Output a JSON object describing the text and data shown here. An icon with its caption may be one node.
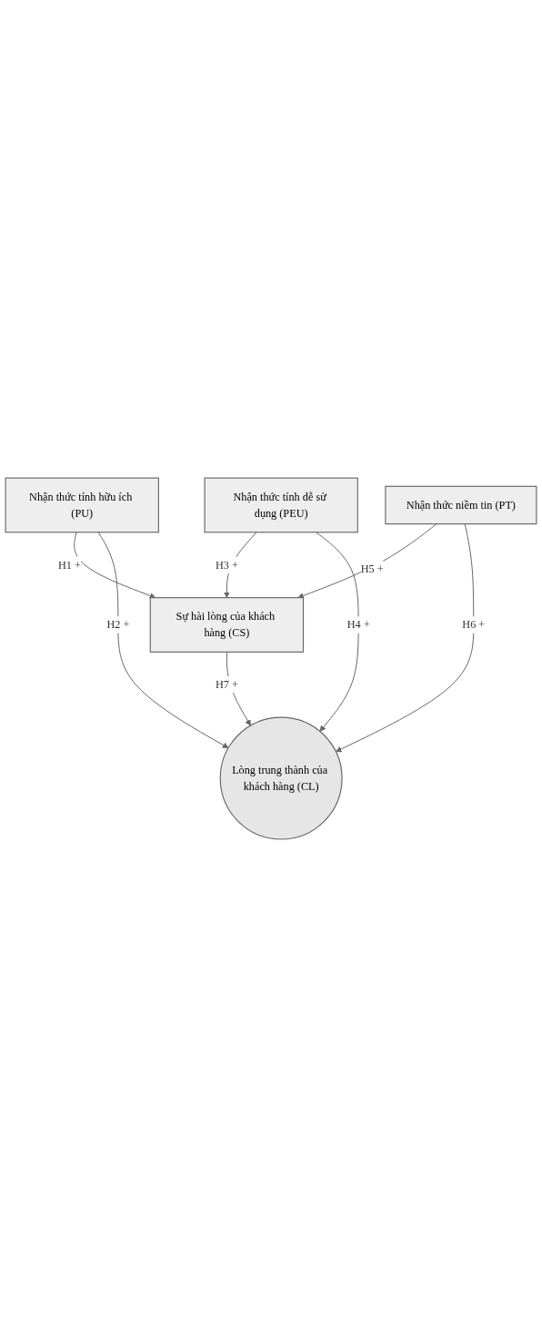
{
  "diagram": {
    "nodes": [
      {
        "text": [
          "Nhận thức tính hữu ích (PU)"
        ]
      },
      {
        "text": [
          "Nhận thức tính dễ sử dụng (PEU)"
        ]
      },
      {
        "text": [
          "Sự hài lòng của khách hàng (CS)"
        ]
      },
      {
        "text": [
          "Nhận thức niềm tin (PT)"
        ]
      },
      {
        "text": [
          "Lòng trung thành của khách hàng (CL)"
        ]
      }
    ],
    "edges": [
      {
        "from": 0,
        "to": 2,
        "arrow": "to",
        "label": "H1 +"
      },
      {
        "from": 0,
        "to": 4,
        "arrow": "to",
        "label": "H2 +"
      },
      {
        "from": 1,
        "to": 2,
        "arrow": "to",
        "label": "H3 +"
      },
      {
        "from": 1,
        "to": 4,
        "arrow": "to",
        "label": "H4 +"
      },
      {
        "from": 3,
        "to": 2,
        "arrow": "to",
        "label": "H5 +"
      },
      {
        "from": 3,
        "to": 4,
        "arrow": "to",
        "label": "H6 +"
      },
      {
        "from": 2,
        "to": 4,
        "arrow": "to",
        "label": "H7 +"
      }
    ]
  }
}
